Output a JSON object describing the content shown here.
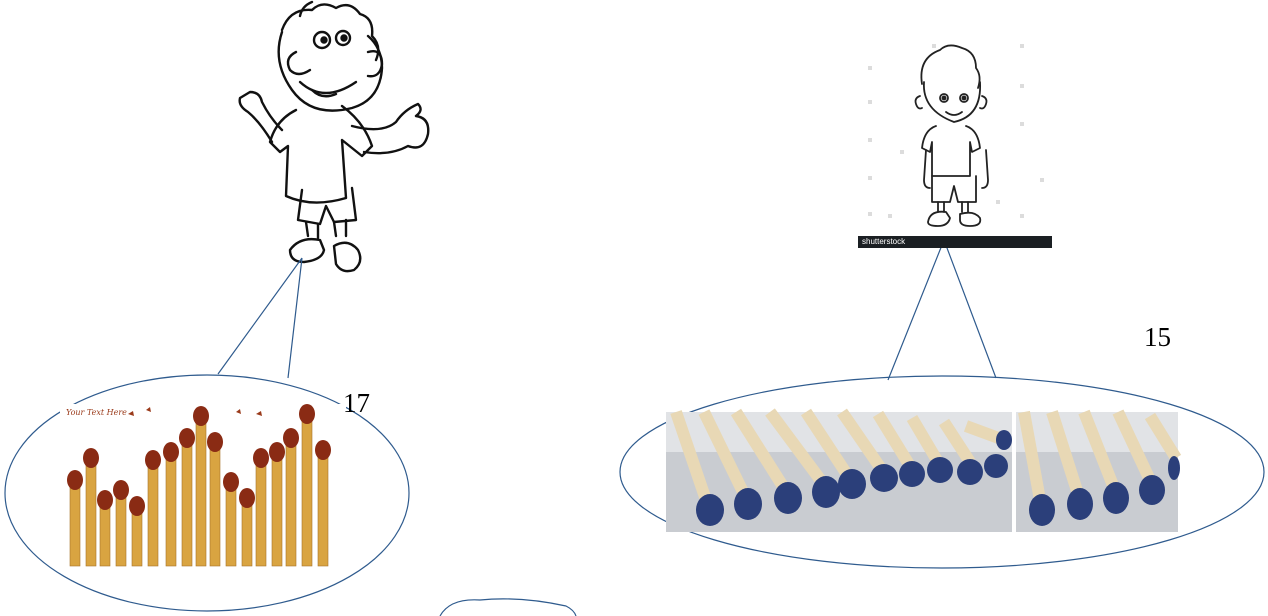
{
  "left_group": {
    "count_label": "17",
    "banner_text": "Your Text Here"
  },
  "right_group": {
    "count_label": "15",
    "stock_watermark": "shutterstock"
  },
  "colors": {
    "outline": "#2f5b8e",
    "match_head_red": "#8a2b14",
    "match_head_blue": "#2b3f7a",
    "match_stick": "#d9a441"
  },
  "icons": [
    "cartoon-boy-left",
    "cartoon-boy-right",
    "matchsticks-red",
    "matchsticks-blue"
  ]
}
